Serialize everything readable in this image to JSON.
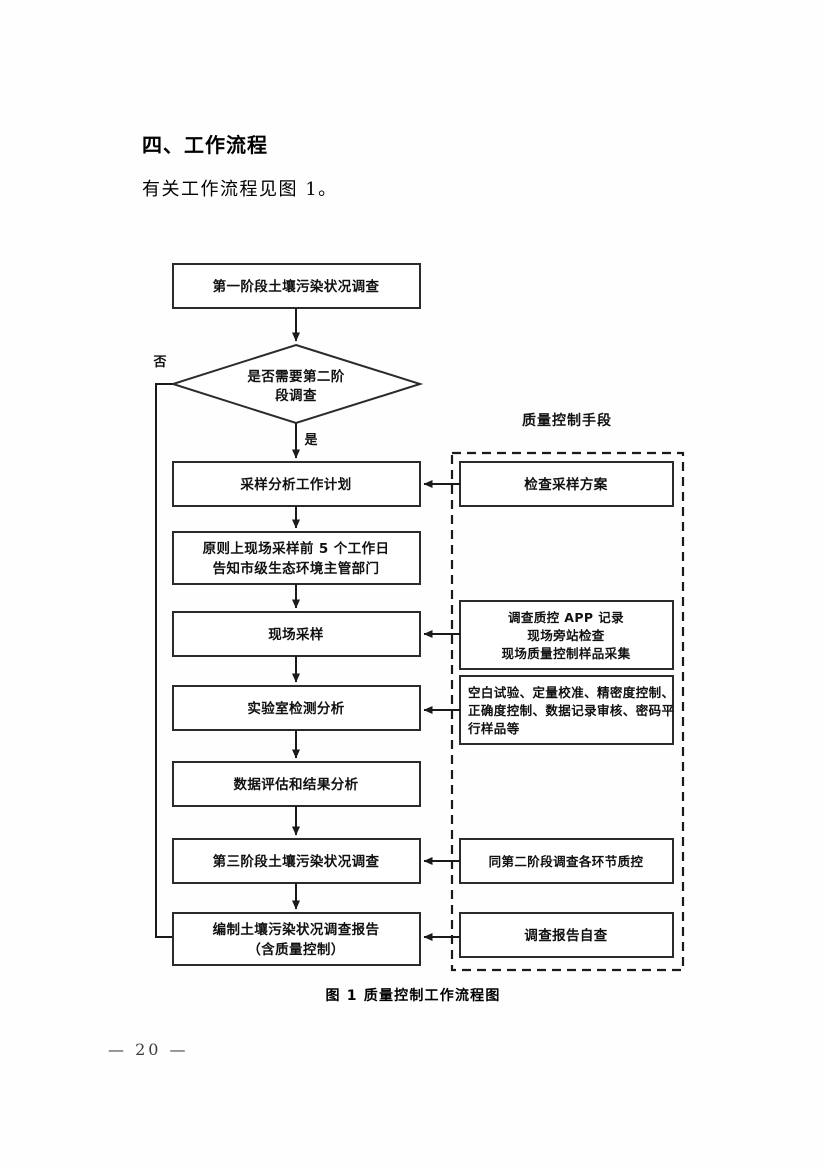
{
  "document": {
    "section_heading": "四、工作流程",
    "body_text": "有关工作流程见图 1。",
    "figure_caption": "图 1  质量控制工作流程图",
    "page_number": "—  20  —"
  },
  "flowchart": {
    "group_title": "质量控制手段",
    "branch_labels": {
      "no": "否",
      "yes": "是"
    },
    "main_nodes": [
      {
        "id": "phase1",
        "shape": "rect",
        "lines": [
          "第一阶段土壤污染状况调查"
        ]
      },
      {
        "id": "decision",
        "shape": "diamond",
        "lines": [
          "是否需要第二阶",
          "段调查"
        ]
      },
      {
        "id": "sampling-plan",
        "shape": "rect",
        "lines": [
          "采样分析工作计划"
        ]
      },
      {
        "id": "notify",
        "shape": "rect",
        "lines": [
          "原则上现场采样前 5 个工作日",
          "告知市级生态环境主管部门"
        ]
      },
      {
        "id": "field-sampling",
        "shape": "rect",
        "lines": [
          "现场采样"
        ]
      },
      {
        "id": "lab-analysis",
        "shape": "rect",
        "lines": [
          "实验室检测分析"
        ]
      },
      {
        "id": "data-eval",
        "shape": "rect",
        "lines": [
          "数据评估和结果分析"
        ]
      },
      {
        "id": "phase3",
        "shape": "rect",
        "lines": [
          "第三阶段土壤污染状况调查"
        ]
      },
      {
        "id": "report",
        "shape": "rect",
        "lines": [
          "编制土壤污染状况调查报告",
          "（含质量控制）"
        ]
      }
    ],
    "qc_nodes": [
      {
        "id": "check-plan",
        "lines": [
          "检查采样方案"
        ],
        "align": "center"
      },
      {
        "id": "field-qc",
        "lines": [
          "调查质控 APP 记录",
          "现场旁站检查",
          "现场质量控制样品采集"
        ],
        "align": "center"
      },
      {
        "id": "lab-qc",
        "lines": [
          "空白试验、定量校准、精密度控制、",
          "正确度控制、数据记录审核、密码平",
          "行样品等"
        ],
        "align": "left"
      },
      {
        "id": "phase3-qc",
        "lines": [
          "同第二阶段调查各环节质控"
        ],
        "align": "center"
      },
      {
        "id": "report-qc",
        "lines": [
          "调查报告自查"
        ],
        "align": "center"
      }
    ]
  }
}
